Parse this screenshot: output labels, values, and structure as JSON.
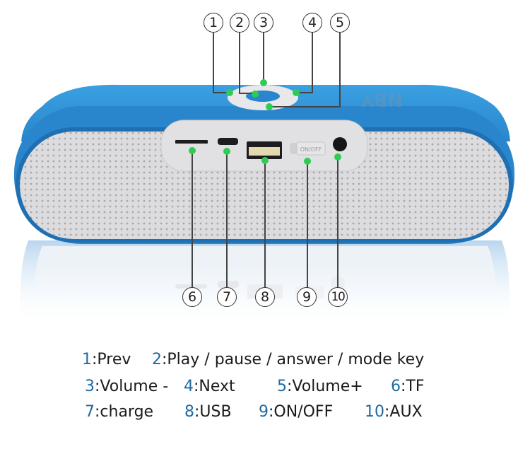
{
  "diagram": {
    "subject": "Bluetooth speaker controls and ports",
    "colors": {
      "body_blue": "#2f8fd6",
      "grille": "#d9d9dc",
      "marker_green": "#2ecc55",
      "leader_line": "#444444",
      "number_blue": "#1f6aa0"
    },
    "callouts_top": [
      {
        "id": "1",
        "label": "1"
      },
      {
        "id": "2",
        "label": "2"
      },
      {
        "id": "3",
        "label": "3"
      },
      {
        "id": "4",
        "label": "4"
      },
      {
        "id": "5",
        "label": "5"
      }
    ],
    "callouts_bottom": [
      {
        "id": "6",
        "label": "6"
      },
      {
        "id": "7",
        "label": "7"
      },
      {
        "id": "8",
        "label": "8"
      },
      {
        "id": "9",
        "label": "9"
      },
      {
        "id": "10",
        "label": "10"
      }
    ],
    "switch_text": "ON/OFF",
    "brand_text": "NBY"
  },
  "legend": {
    "rows": [
      [
        {
          "num": "1",
          "text": ":Prev"
        },
        {
          "num": "2",
          "text": ":Play / pause / answer / mode key"
        }
      ],
      [
        {
          "num": "3",
          "text": ":Volume -"
        },
        {
          "num": "4",
          "text": ":Next"
        },
        {
          "num": "5",
          "text": ":Volume+"
        },
        {
          "num": "6",
          "text": ":TF"
        }
      ],
      [
        {
          "num": "7",
          "text": ":charge"
        },
        {
          "num": "8",
          "text": ":USB"
        },
        {
          "num": "9",
          "text": ":ON/OFF"
        },
        {
          "num": "10",
          "text": ":AUX"
        }
      ]
    ]
  }
}
